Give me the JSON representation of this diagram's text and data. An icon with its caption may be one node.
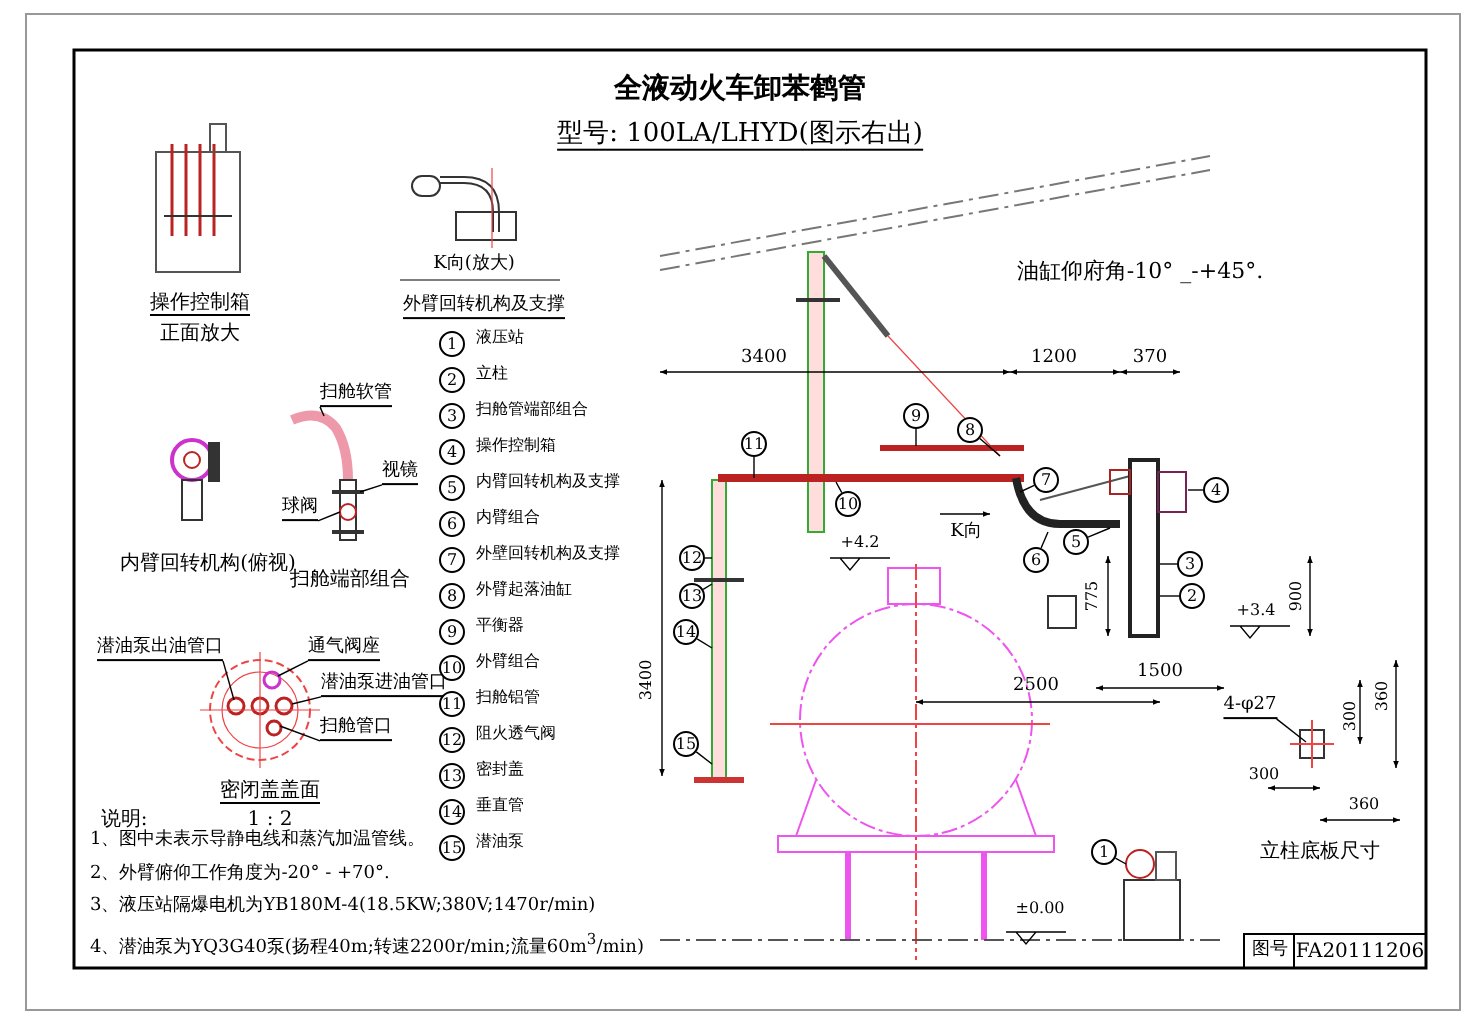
{
  "diagram": {
    "title": "全液动火车卸苯鹤管",
    "nodes": [
      {
        "text": [
          "11"
        ]
      },
      {
        "text": [
          "10"
        ]
      },
      {
        "text": [
          "9"
        ]
      },
      {
        "text": [
          "8"
        ]
      },
      {
        "text": [
          "7"
        ]
      },
      {
        "text": [
          "4"
        ]
      },
      {
        "text": [
          "12"
        ]
      },
      {
        "text": [
          "13"
        ]
      },
      {
        "text": [
          "14"
        ]
      },
      {
        "text": [
          "15"
        ]
      },
      {
        "text": [
          "6"
        ]
      },
      {
        "text": [
          "5"
        ]
      },
      {
        "text": [
          "3"
        ]
      },
      {
        "text": [
          "2"
        ]
      },
      {
        "text": [
          "1"
        ]
      },
      {
        "text": [
          "扫舱软管"
        ]
      },
      {
        "text": [
          "视镜"
        ]
      },
      {
        "text": [
          "球阀"
        ]
      },
      {
        "text": [
          "潜油泵出油管口"
        ]
      },
      {
        "text": [
          "通气阀座"
        ]
      },
      {
        "text": [
          "潜油泵进油管口"
        ]
      },
      {
        "text": [
          "扫舱管口"
        ]
      },
      {
        "text": [
          "4-φ27"
        ]
      },
      {
        "text": [
          "1"
        ],
        "beside": [
          "液压站"
        ]
      },
      {
        "text": [
          "2"
        ],
        "beside": [
          "立柱"
        ]
      },
      {
        "text": [
          "3"
        ],
        "beside": [
          "扫舱管端部组合"
        ]
      },
      {
        "text": [
          "4"
        ],
        "beside": [
          "操作控制箱"
        ]
      },
      {
        "text": [
          "5"
        ],
        "beside": [
          "内臂回转机构及支撑"
        ]
      },
      {
        "text": [
          "6"
        ],
        "beside": [
          "内臂组合"
        ]
      },
      {
        "text": [
          "7"
        ],
        "beside": [
          "外壁回转机构及支撑"
        ]
      },
      {
        "text": [
          "8"
        ],
        "beside": [
          "外臂起落油缸"
        ]
      },
      {
        "text": [
          "9"
        ],
        "beside": [
          "平衡器"
        ]
      },
      {
        "text": [
          "10"
        ],
        "beside": [
          "外臂组合"
        ]
      },
      {
        "text": [
          "11"
        ],
        "beside": [
          "扫舱铝管"
        ]
      },
      {
        "text": [
          "12"
        ],
        "beside": [
          "阻火透气阀"
        ]
      },
      {
        "text": [
          "13"
        ],
        "beside": [
          "密封盖"
        ]
      },
      {
        "text": [
          "14"
        ],
        "beside": [
          "垂直管"
        ]
      },
      {
        "text": [
          "15"
        ],
        "beside": [
          "潜油泵"
        ]
      }
    ],
    "edges": [
      {
        "from": 0,
        "to": null,
        "arrow": "none"
      },
      {
        "from": 1,
        "to": null,
        "arrow": "none"
      },
      {
        "from": 2,
        "to": null,
        "arrow": "none"
      },
      {
        "from": 3,
        "to": null,
        "arrow": "none"
      },
      {
        "from": 4,
        "to": null,
        "arrow": "none"
      },
      {
        "from": 5,
        "to": null,
        "arrow": "none"
      },
      {
        "from": 6,
        "to": null,
        "arrow": "none"
      },
      {
        "from": 7,
        "to": null,
        "arrow": "none"
      },
      {
        "from": 8,
        "to": null,
        "arrow": "none"
      },
      {
        "from": 9,
        "to": null,
        "arrow": "none"
      },
      {
        "from": 10,
        "to": null,
        "arrow": "none"
      },
      {
        "from": 11,
        "to": null,
        "arrow": "none"
      },
      {
        "from": 12,
        "to": null,
        "arrow": "none"
      },
      {
        "from": 13,
        "to": null,
        "arrow": "none"
      },
      {
        "from": 14,
        "to": null,
        "arrow": "none"
      },
      {
        "from": 15,
        "to": null,
        "arrow": "none"
      },
      {
        "from": 16,
        "to": null,
        "arrow": "none"
      },
      {
        "from": 17,
        "to": null,
        "arrow": "none"
      },
      {
        "from": 18,
        "to": null,
        "arrow": "none"
      },
      {
        "from": 19,
        "to": null,
        "arrow": "none"
      },
      {
        "from": 20,
        "to": null,
        "arrow": "none"
      },
      {
        "from": 21,
        "to": null,
        "arrow": "none"
      },
      {
        "from": 22,
        "to": null,
        "arrow": "none"
      }
    ],
    "labels": [
      "型号: 100LA/LHYD(图示右出)",
      "操作控制箱",
      "正面放大",
      "K向(放大)",
      "外臂回转机构及支撑",
      "油缸仰府角-10° _-+45°.",
      "3400",
      "1200",
      "370",
      "内臂回转机构(俯视)",
      "扫舱端部组合",
      "K向",
      "+4.2",
      "3400",
      "775",
      "900",
      "+3.4",
      "2500",
      "1500",
      "300",
      "360",
      "300",
      "360",
      "立柱底板尺寸",
      "密闭盖盖面",
      "说明:",
      "1 : 2",
      "1、图中未表示导静电线和蒸汽加温管线。",
      "2、外臂俯仰工作角度为-20° - +70°.",
      "3、液压站隔爆电机为YB180M-4(18.5KW;380V;1470r/min)",
      "4、潜油泵为YQ3G40泵(扬程40m;转速2200r/min;流量60m$^{3}$/min)",
      "±0.00",
      "图号",
      "FA20111206"
    ]
  }
}
